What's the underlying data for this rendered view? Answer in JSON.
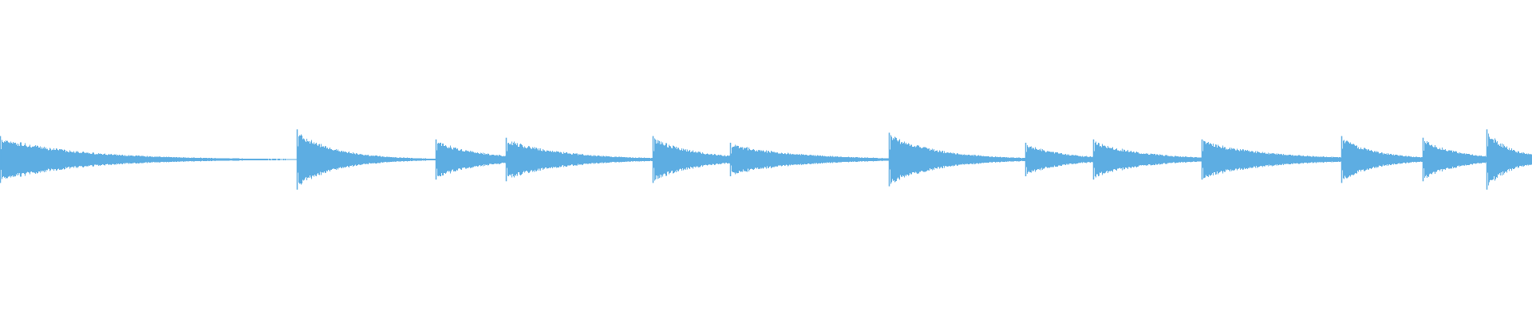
{
  "waveform": {
    "color": "#5DADE2",
    "background": "#FFFFFF",
    "duration_units": 1920,
    "onsets": [
      {
        "time": 0,
        "amplitude": 0.14,
        "decay": 0.01
      },
      {
        "time": 372,
        "amplitude": 0.18,
        "decay": 0.02
      },
      {
        "time": 546,
        "amplitude": 0.12,
        "decay": 0.018
      },
      {
        "time": 634,
        "amplitude": 0.13,
        "decay": 0.014
      },
      {
        "time": 818,
        "amplitude": 0.14,
        "decay": 0.018
      },
      {
        "time": 915,
        "amplitude": 0.1,
        "decay": 0.012
      },
      {
        "time": 1114,
        "amplitude": 0.16,
        "decay": 0.016
      },
      {
        "time": 1285,
        "amplitude": 0.1,
        "decay": 0.02
      },
      {
        "time": 1370,
        "amplitude": 0.12,
        "decay": 0.016
      },
      {
        "time": 1506,
        "amplitude": 0.12,
        "decay": 0.012
      },
      {
        "time": 1681,
        "amplitude": 0.14,
        "decay": 0.022
      },
      {
        "time": 1783,
        "amplitude": 0.13,
        "decay": 0.022
      },
      {
        "time": 1863,
        "amplitude": 0.18,
        "decay": 0.03
      }
    ]
  }
}
